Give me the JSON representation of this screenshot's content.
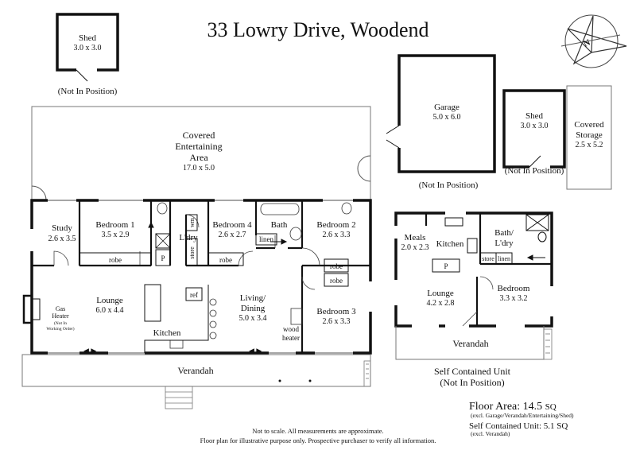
{
  "title": "33 Lowry Drive, Woodend",
  "compass": {
    "label": "N"
  },
  "shed_main": {
    "name": "Shed",
    "size": "3.0 x 3.0",
    "note": "(Not In Position)"
  },
  "garage": {
    "name": "Garage",
    "size": "5.0 x 6.0",
    "note": "(Not In Position)"
  },
  "shed_unit": {
    "name": "Shed",
    "size": "3.0 x 3.0",
    "note": "(Not In Position)"
  },
  "covered_storage": {
    "line1": "Covered",
    "line2": "Storage",
    "size": "2.5 x 5.2"
  },
  "covered_entertaining": {
    "line1": "Covered",
    "line2": "Entertaining",
    "line3": "Area",
    "size": "17.0 x 5.0"
  },
  "rooms": {
    "study": {
      "name": "Study",
      "size": "2.6 x 3.5"
    },
    "bedroom1": {
      "name": "Bedroom 1",
      "size": "3.5 x 2.9"
    },
    "laundry": {
      "name": "L'dry"
    },
    "bedroom4": {
      "name": "Bedroom 4",
      "size": "2.6 x 2.7"
    },
    "bath": {
      "name": "Bath"
    },
    "bedroom2": {
      "name": "Bedroom 2",
      "size": "2.6 x 3.3"
    },
    "lounge": {
      "name": "Lounge",
      "size": "6.0 x 4.4"
    },
    "living": {
      "line1": "Living/",
      "line2": "Dining",
      "size": "5.0 x 3.4"
    },
    "bedroom3": {
      "name": "Bedroom 3",
      "size": "2.6 x 3.3"
    },
    "kitchen": {
      "name": "Kitchen"
    }
  },
  "fixtures": {
    "robe": "robe",
    "pantry": "P",
    "wm": "wm",
    "store": "store",
    "linen": "linen",
    "ref": "ref",
    "wood_line1": "wood",
    "wood_line2": "heater",
    "gas_line1": "Gas",
    "gas_line2": "Heater",
    "gas_line3": "(Not In",
    "gas_line4": "Working Order)"
  },
  "verandah_main": "Verandah",
  "unit": {
    "meals": {
      "name": "Meals",
      "size": "2.0 x 2.3"
    },
    "kitchen": {
      "name": "Kitchen"
    },
    "bath_line1": "Bath/",
    "bath_line2": "L'dry",
    "store": "store",
    "linen": "linen",
    "pantry": "P",
    "lounge": {
      "name": "Lounge",
      "size": "4.2 x 2.8"
    },
    "bedroom": {
      "name": "Bedroom",
      "size": "3.3 x 3.2"
    },
    "verandah": "Verandah",
    "caption1": "Self Contained Unit",
    "caption2": "(Not In Position)"
  },
  "area": {
    "floor": "Floor Area: 14.5",
    "floor_unit": "SQ",
    "floor_note": "(excl. Garage/Verandah/Entertaining/Shed)",
    "unit": "Self Contained Unit: 5.1 SQ",
    "unit_note": "(excl. Verandah)"
  },
  "disclaimer": {
    "line1": "Not to scale. All measurements are approximate.",
    "line2": "Floor plan for illustrative purpose only. Prospective purchaser to verify all information."
  }
}
